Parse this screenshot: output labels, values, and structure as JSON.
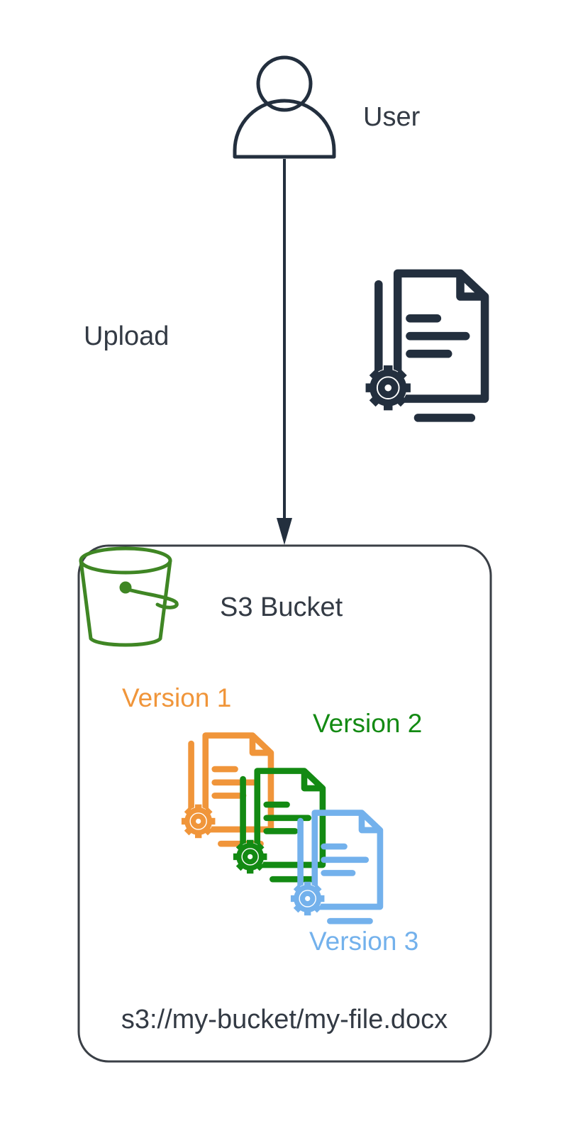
{
  "labels": {
    "user": "User",
    "upload": "Upload",
    "bucket_title": "S3 Bucket",
    "version_1": "Version 1",
    "version_2": "Version 2",
    "version_3": "Version 3",
    "s3_path": "s3://my-bucket/my-file.docx"
  },
  "colors": {
    "ink": "#232f3e",
    "text": "#333a44",
    "bucket": "#3f8624",
    "version_1": "#f0953a",
    "version_2": "#138a13",
    "version_3": "#73b1ec"
  },
  "icons": {
    "user": "user-icon",
    "document": "document-settings-icon",
    "bucket": "s3-bucket-icon"
  }
}
